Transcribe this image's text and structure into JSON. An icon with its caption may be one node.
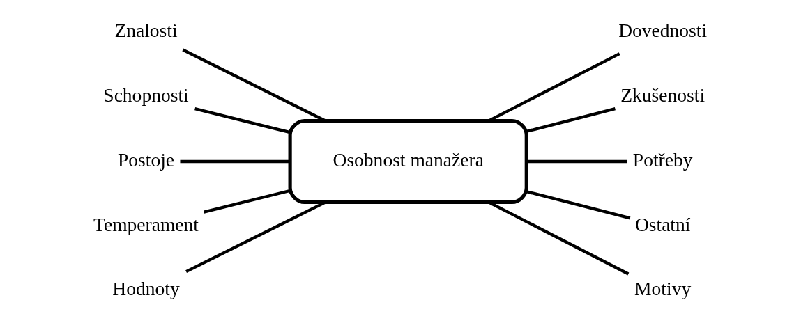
{
  "diagram": {
    "nodes": [
      {
        "text": [
          "Osobnost manažera"
        ]
      },
      {
        "text": [
          "Znalosti"
        ]
      },
      {
        "text": [
          "Dovednosti"
        ]
      },
      {
        "text": [
          "Zkušenosti"
        ]
      },
      {
        "text": [
          "Schopnosti"
        ]
      },
      {
        "text": [
          "Potřeby"
        ]
      },
      {
        "text": [
          "Postoje"
        ]
      },
      {
        "text": [
          "Ostatní"
        ]
      },
      {
        "text": [
          "Temperament"
        ]
      },
      {
        "text": [
          "Motivy"
        ]
      },
      {
        "text": [
          "Hodnoty"
        ]
      }
    ],
    "edges": [
      {
        "from": 1,
        "to": 0,
        "arrow": "none"
      },
      {
        "from": 0,
        "to": 2,
        "arrow": "none"
      },
      {
        "from": 0,
        "to": 3,
        "arrow": "none"
      },
      {
        "from": 4,
        "to": 0,
        "arrow": "none"
      },
      {
        "from": 0,
        "to": 5,
        "arrow": "none"
      },
      {
        "from": 6,
        "to": 0,
        "arrow": "none"
      },
      {
        "from": 0,
        "to": 7,
        "arrow": "none"
      },
      {
        "from": 8,
        "to": 0,
        "arrow": "none"
      },
      {
        "from": 0,
        "to": 9,
        "arrow": "none"
      },
      {
        "from": 10,
        "to": 0,
        "arrow": "none"
      }
    ]
  }
}
